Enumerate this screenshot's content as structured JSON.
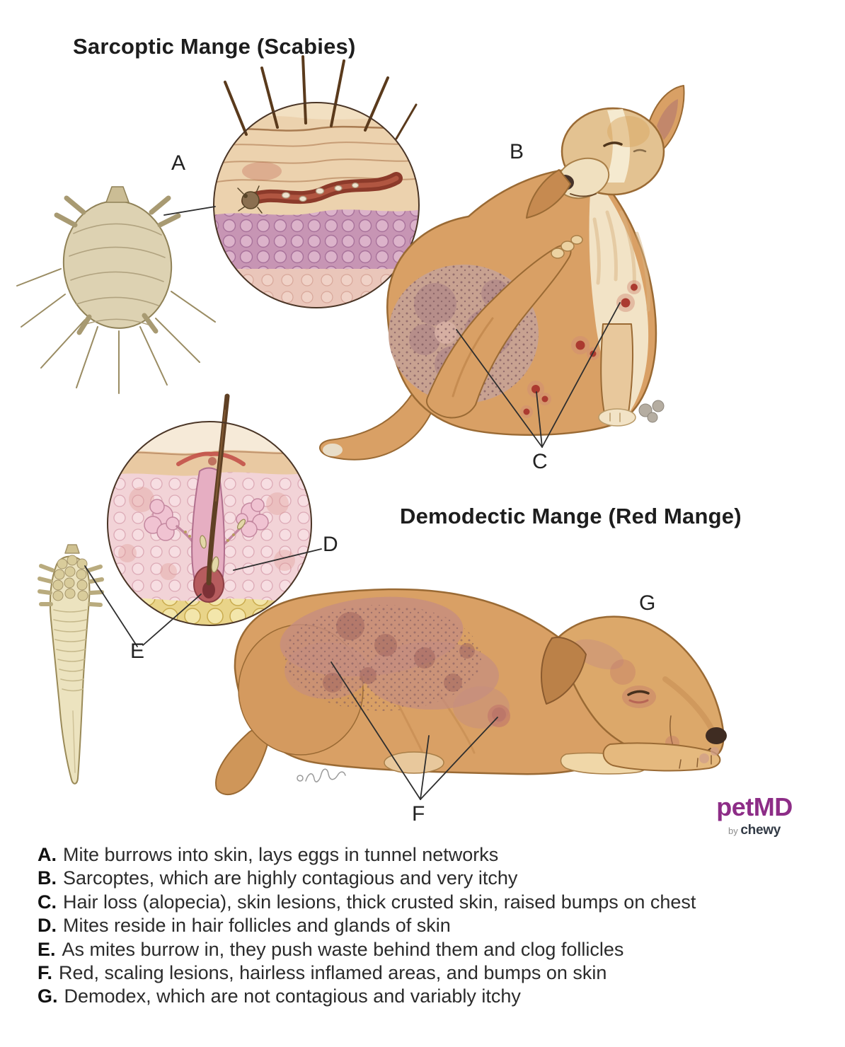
{
  "sections": {
    "sarcoptic": {
      "title": "Sarcoptic Mange (Scabies)"
    },
    "demodectic": {
      "title": "Demodectic Mange (Red Mange)"
    }
  },
  "callouts": {
    "a": "A",
    "b": "B",
    "c": "C",
    "d": "D",
    "e": "E",
    "f": "F",
    "g": "G"
  },
  "legend": {
    "items": [
      {
        "key": "A.",
        "text": "Mite burrows into skin, lays eggs in tunnel networks"
      },
      {
        "key": "B.",
        "text": "Sarcoptes, which are highly contagious and very itchy"
      },
      {
        "key": "C.",
        "text": "Hair loss (alopecia), skin lesions, thick crusted skin, raised bumps on chest"
      },
      {
        "key": "D.",
        "text": "Mites reside in hair follicles and glands of skin"
      },
      {
        "key": "E.",
        "text": "As mites burrow in, they push waste behind them and clog follicles"
      },
      {
        "key": "F.",
        "text": "Red, scaling lesions, hairless inflamed areas, and bumps on skin"
      },
      {
        "key": "G.",
        "text": "Demodex, which are not contagious and variably itchy"
      }
    ]
  },
  "logo": {
    "brand": "petMD",
    "by": "by",
    "company": "chewy"
  },
  "colors": {
    "brand_purple": "#8d2d87",
    "chewy_dark": "#333b46",
    "lesion_red": "#ab3a30",
    "dog_tan": "#d9a065"
  }
}
